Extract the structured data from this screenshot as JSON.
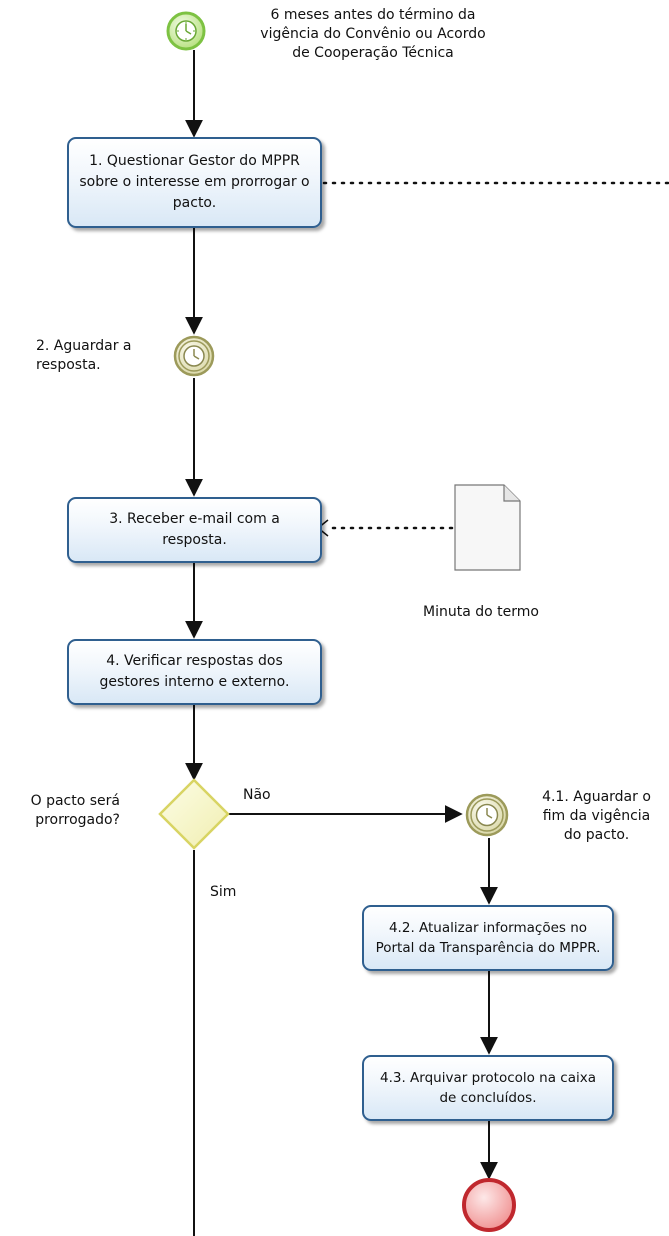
{
  "start_event": {
    "label": "6 meses antes do término da\nvigência do Convênio ou Acordo\nde Cooperação Técnica"
  },
  "tasks": {
    "t1": "1. Questionar Gestor do MPPR sobre o interesse em prorrogar o pacto.",
    "t3": "3. Receber e-mail com a resposta.",
    "t4": "4. Verificar respostas dos gestores interno e externo.",
    "t42": "4.2. Atualizar informações no Portal da Transparência do MPPR.",
    "t43": "4.3. Arquivar protocolo na caixa de concluídos."
  },
  "timer_events": {
    "e2": "2. Aguardar a\nresposta.",
    "e41": "4.1. Aguardar o\nfim da vigência\ndo pacto."
  },
  "document": {
    "label": "Minuta do termo"
  },
  "gateway": {
    "question": "O pacto será\nprorrogado?",
    "no_label": "Não",
    "yes_label": "Sim"
  },
  "colors": {
    "task_border": "#2f5f8f",
    "start_event": "#7dc242",
    "timer_event": "#9c9a5a",
    "gateway": "#d8d463",
    "end_event": "#c0282e"
  }
}
